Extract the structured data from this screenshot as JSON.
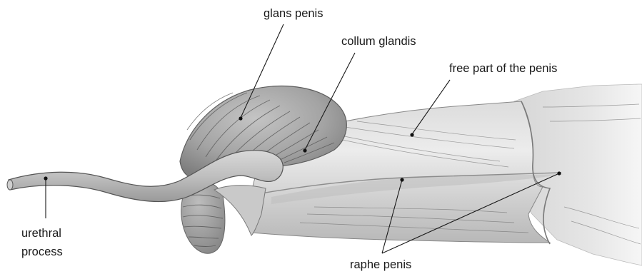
{
  "labels": {
    "glans_penis": "glans penis",
    "collum_glandis": "collum glandis",
    "free_part": "free part of the penis",
    "urethral_process_line1": "urethral",
    "urethral_process_line2": "process",
    "raphe_penis": "raphe penis"
  },
  "colors": {
    "background": "#ffffff",
    "shaft": "#cfcfcf",
    "glans": "#a9a9a9",
    "shadow": "#8f8f8f",
    "text": "#1a1a1a"
  }
}
